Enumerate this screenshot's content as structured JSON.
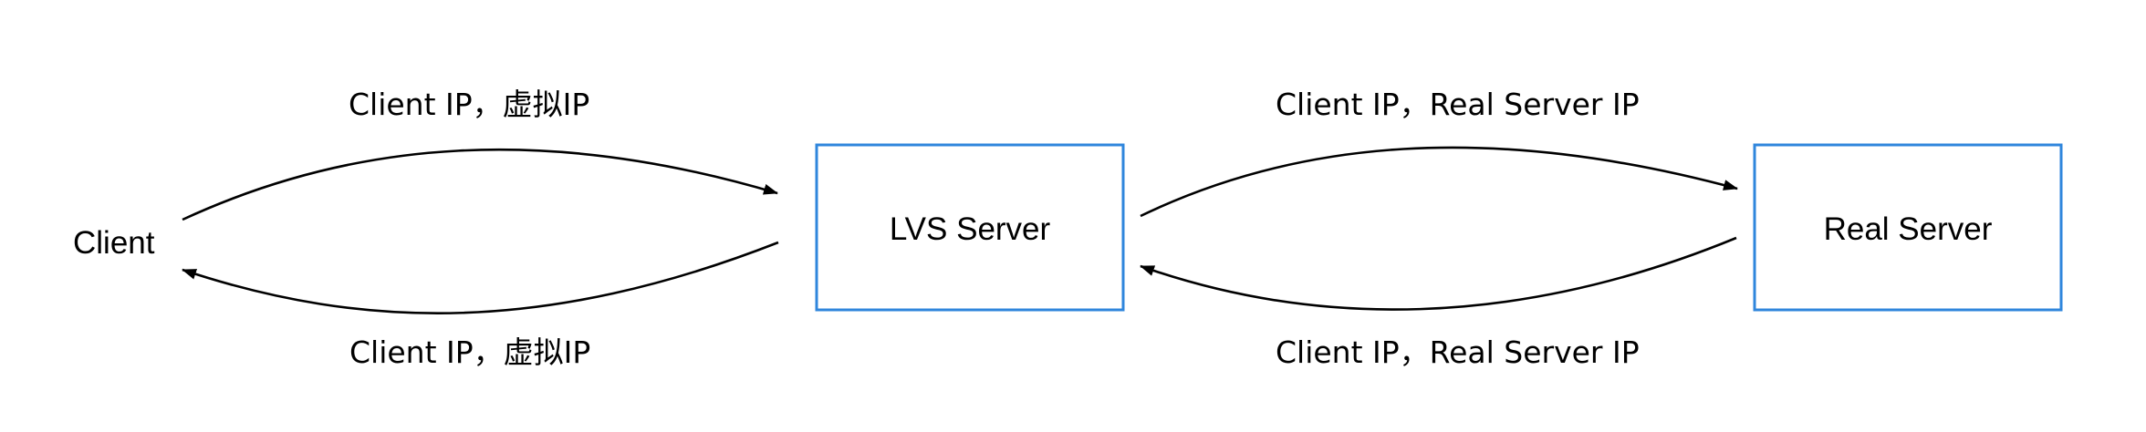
{
  "nodes": {
    "client": {
      "label": "Client"
    },
    "lvs_server": {
      "label": "LVS Server"
    },
    "real_server": {
      "label": "Real Server"
    }
  },
  "edges": {
    "client_to_lvs": {
      "label": "Client IP，虚拟IP"
    },
    "lvs_to_client": {
      "label": "Client IP，虚拟IP"
    },
    "lvs_to_real": {
      "label": "Client IP，Real Server IP"
    },
    "real_to_lvs": {
      "label": "Client IP，Real Server IP"
    }
  },
  "colors": {
    "box_border": "#2f86dc",
    "arrow": "#000000",
    "text": "#000000"
  }
}
